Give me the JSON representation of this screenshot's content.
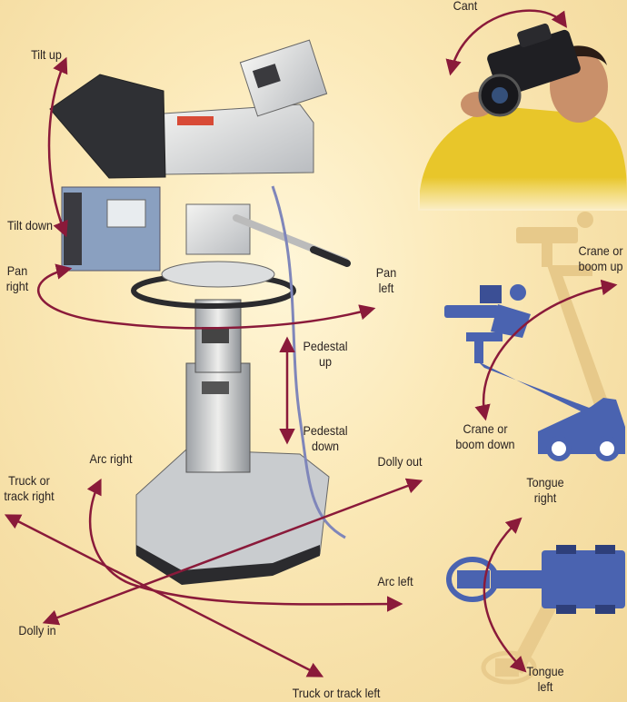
{
  "labels": {
    "cant": "Cant",
    "tilt_up": "Tilt up",
    "tilt_down": "Tilt down",
    "pan_right": "Pan\nright",
    "pan_left": "Pan\nleft",
    "pedestal_up": "Pedestal\nup",
    "pedestal_down": "Pedestal\ndown",
    "crane_up": "Crane or\nboom up",
    "crane_down": "Crane or\nboom down",
    "arc_right": "Arc right",
    "dolly_out": "Dolly out",
    "truck_right": "Truck or\ntrack right",
    "tongue_right": "Tongue\nright",
    "arc_left": "Arc left",
    "dolly_in": "Dolly in",
    "tongue_left": "Tongue\nleft",
    "truck_left": "Truck or track left"
  },
  "colors": {
    "arrow": "#8a1a3a",
    "background": "#f6dfa6",
    "crane_blue": "#4a63b0",
    "crane_tan": "#e7c98a",
    "sweater": "#e8c62a"
  }
}
